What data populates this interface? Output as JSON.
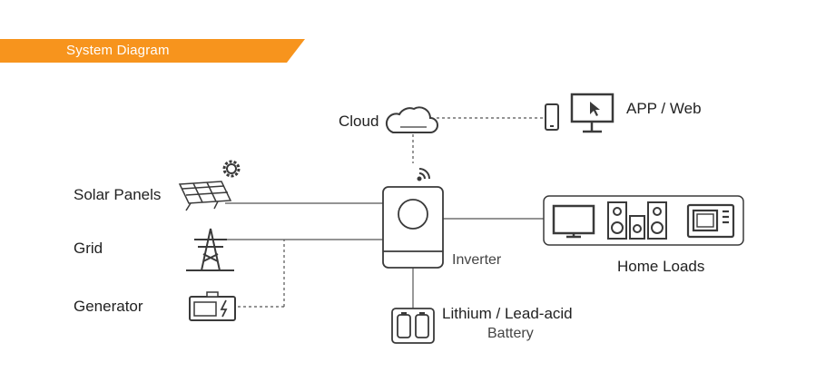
{
  "header": {
    "title": "System Diagram",
    "color": "#f7941d"
  },
  "nodes": {
    "cloud": "Cloud",
    "app_web": "APP / Web",
    "solar_panels": "Solar Panels",
    "grid": "Grid",
    "generator": "Generator",
    "inverter": "Inverter",
    "home_loads": "Home Loads",
    "battery_title": "Lithium / Lead-acid",
    "battery_sub": "Battery"
  },
  "icons": [
    "cloud-icon",
    "smartphone-icon",
    "monitor-icon",
    "solar-panel-icon",
    "sun-gear-icon",
    "grid-tower-icon",
    "generator-icon",
    "inverter-icon",
    "wifi-icon",
    "tv-icon",
    "speakers-icon",
    "microwave-icon",
    "battery-icon"
  ],
  "colors": {
    "line": "#555555",
    "icon": "#3a3a3a",
    "accent": "#f7941d"
  }
}
